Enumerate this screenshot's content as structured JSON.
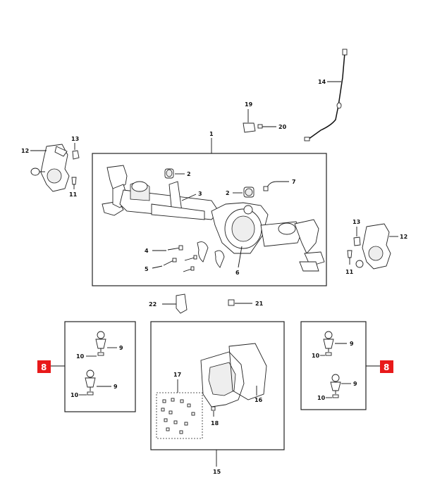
{
  "diagram": {
    "labels": {
      "l1": "1",
      "l2a": "2",
      "l2b": "2",
      "l3": "3",
      "l4": "4",
      "l5": "5",
      "l6": "6",
      "l7": "7",
      "l9a": "9",
      "l9b": "9",
      "l9c": "9",
      "l9d": "9",
      "l10a": "10",
      "l10b": "10",
      "l10c": "10",
      "l10d": "10",
      "l11a": "11",
      "l11b": "11",
      "l12a": "12",
      "l12b": "12",
      "l13a": "13",
      "l13b": "13",
      "l14": "14",
      "l15": "15",
      "l16": "16",
      "l17": "17",
      "l18": "18",
      "l19": "19",
      "l20": "20",
      "l21": "21",
      "l22": "22"
    },
    "callouts": {
      "left": "8",
      "right": "8"
    },
    "colors": {
      "callout": "#e8191a",
      "line": "#111111"
    }
  }
}
